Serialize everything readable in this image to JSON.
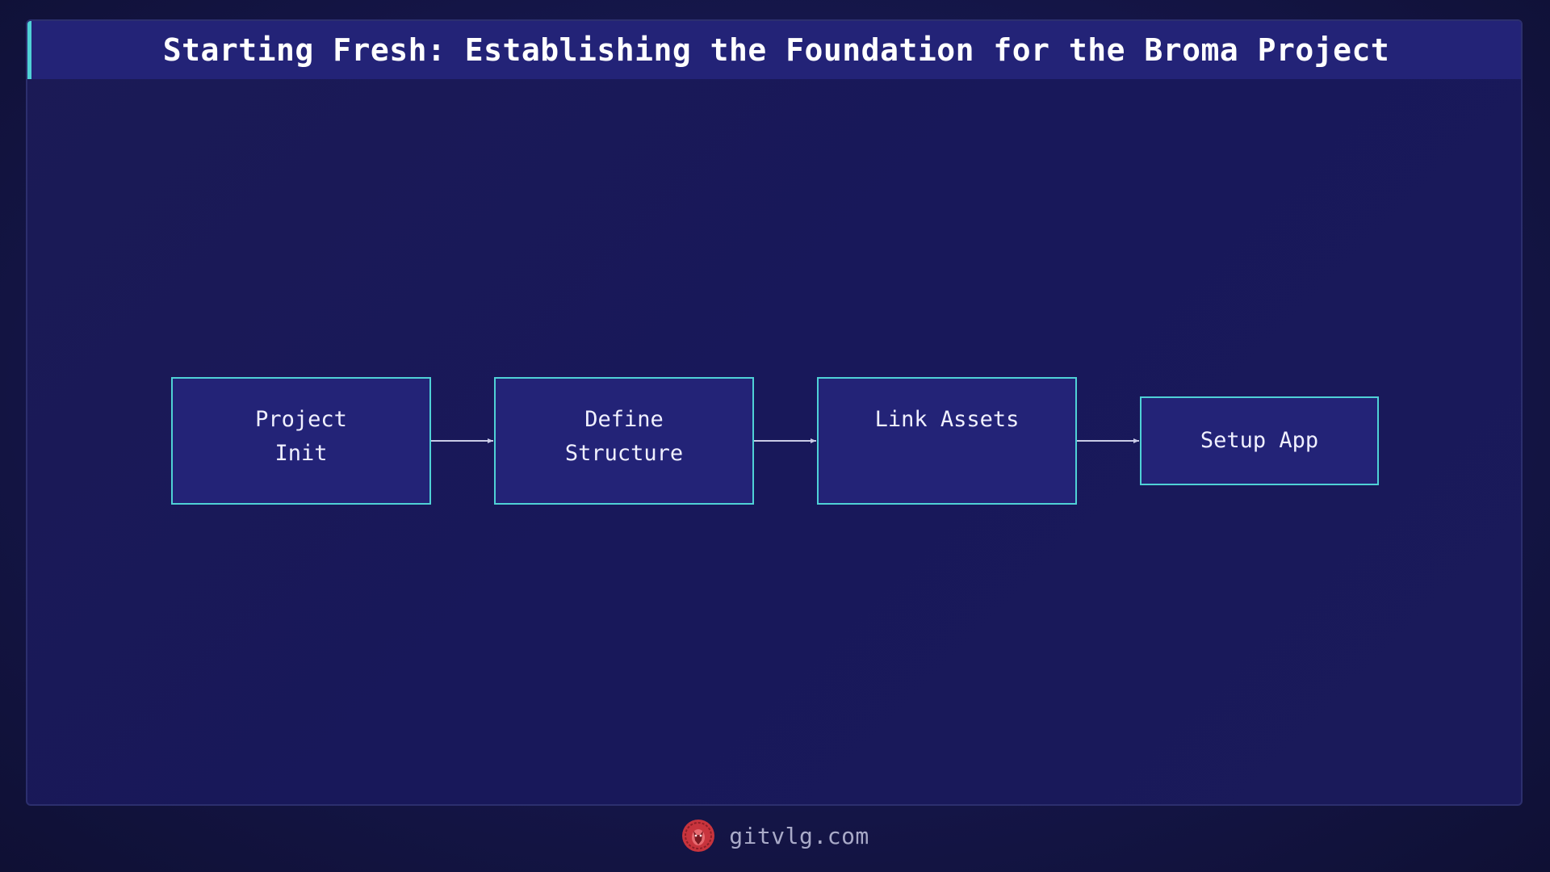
{
  "header": {
    "title": "Starting Fresh: Establishing the Foundation for the Broma Project"
  },
  "diagram": {
    "nodes": [
      {
        "id": "project-init",
        "label": "Project\nInit"
      },
      {
        "id": "define-structure",
        "label": "Define\nStructure"
      },
      {
        "id": "link-assets",
        "label": "Link Assets"
      },
      {
        "id": "setup-app",
        "label": "Setup App"
      }
    ],
    "edges": [
      {
        "from": "project-init",
        "to": "define-structure"
      },
      {
        "from": "define-structure",
        "to": "link-assets"
      },
      {
        "from": "link-assets",
        "to": "setup-app"
      }
    ]
  },
  "footer": {
    "site": "gitvlg.com",
    "logo_icon": "lion-head-icon"
  },
  "colors": {
    "background": "#15164a",
    "title_bar": "#232377",
    "accent": "#4fd1d6",
    "node_fill": "#232377",
    "connector": "#c9cbe6",
    "logo": "#e0424a"
  }
}
